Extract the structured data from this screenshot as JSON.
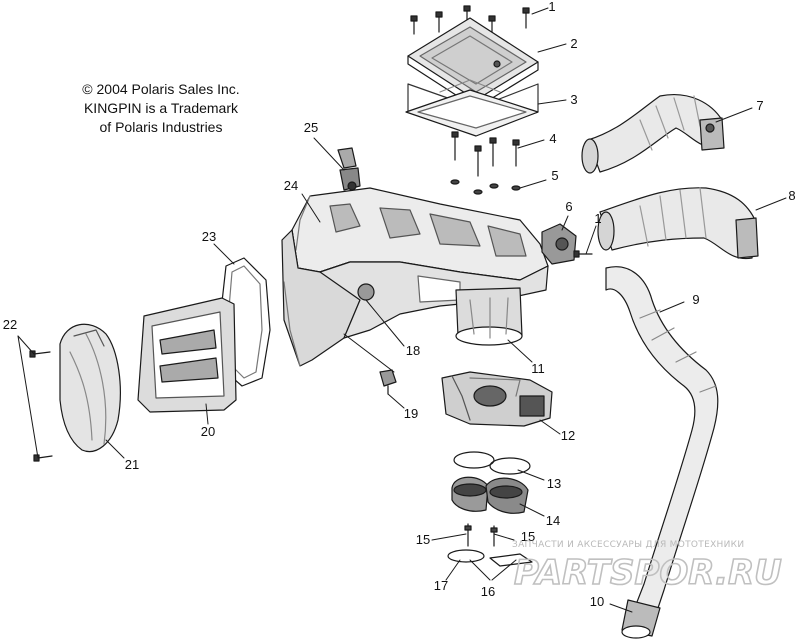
{
  "copyright": {
    "line1": "© 2004 Polaris Sales Inc.",
    "line2": "KINGPIN is a Trademark",
    "line3": "of Polaris Industries"
  },
  "callouts": [
    "1",
    "2",
    "3",
    "4",
    "5",
    "6",
    "1",
    "7",
    "8",
    "9",
    "10",
    "11",
    "12",
    "13",
    "14",
    "15",
    "15",
    "16",
    "17",
    "18",
    "19",
    "20",
    "21",
    "22",
    "23",
    "24",
    "25"
  ],
  "watermark": {
    "tagline": "ЗАПЧАСТИ И АКСЕССУАРЫ ДЛЯ МОТОТЕХНИКИ",
    "logo_text": "PARTSPOR.RU",
    "color": "#c0c0c0"
  },
  "colors": {
    "line": "#1a1a1a",
    "shade": "#9a9a9a",
    "dark": "#555555"
  }
}
